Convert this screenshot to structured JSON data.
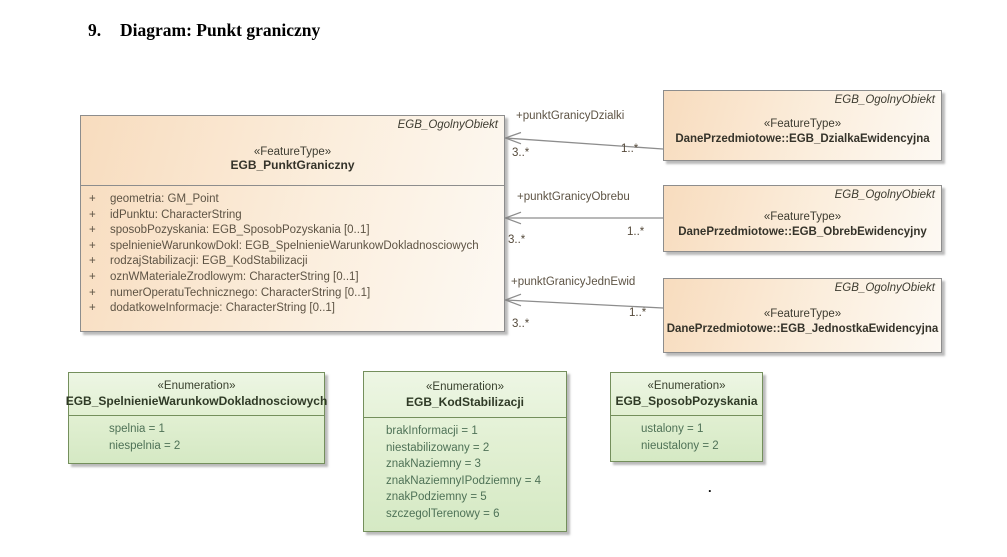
{
  "title": {
    "number": "9.",
    "text": "Diagram: Punkt graniczny"
  },
  "colors": {
    "class_fill_start": "#f8dcbe",
    "class_fill_end": "#fdf9f3",
    "class_border": "#8d8d8d",
    "enum_fill_start": "#edf6e4",
    "enum_fill_end": "#d5e9c4",
    "enum_border": "#748f5c",
    "attribute_text": "#5d5344",
    "enum_literal_text": "#4f7257",
    "line": "#8d8d8d"
  },
  "main_class": {
    "parent": "EGB_OgolnyObiekt",
    "stereotype": "«FeatureType»",
    "name": "EGB_PunktGraniczny",
    "visibility": "+",
    "attributes": [
      "geometria: GM_Point",
      "idPunktu: CharacterString",
      "sposobPozyskania: EGB_SposobPozyskania [0..1]",
      "spelnienieWarunkowDokl: EGB_SpelnienieWarunkowDokladnosciowych",
      "rodzajStabilizacji: EGB_KodStabilizacji",
      "oznWMaterialeZrodlowym: CharacterString [0..1]",
      "numerOperatuTechnicznego: CharacterString [0..1]",
      "dodatkoweInformacje: CharacterString [0..1]"
    ]
  },
  "related_classes": [
    {
      "parent": "EGB_OgolnyObiekt",
      "stereotype": "«FeatureType»",
      "name": "DanePrzedmiotowe::EGB_DzialkaEwidencyjna"
    },
    {
      "parent": "EGB_OgolnyObiekt",
      "stereotype": "«FeatureType»",
      "name": "DanePrzedmiotowe::EGB_ObrebEwidencyjny"
    },
    {
      "parent": "EGB_OgolnyObiekt",
      "stereotype": "«FeatureType»",
      "name": "DanePrzedmiotowe::EGB_JednostkaEwidencyjna"
    }
  ],
  "associations": [
    {
      "label": "+punktGranicyDzialki",
      "source_multiplicity": "3..*",
      "target_multiplicity": "1..*"
    },
    {
      "label": "+punktGranicyObrebu",
      "source_multiplicity": "3..*",
      "target_multiplicity": "1..*"
    },
    {
      "label": "+punktGranicyJednEwid",
      "source_multiplicity": "3..*",
      "target_multiplicity": "1..*"
    }
  ],
  "enumerations": [
    {
      "stereotype": "«Enumeration»",
      "name": "EGB_SpelnienieWarunkowDokladnosciowych",
      "literals": [
        "spelnia = 1",
        "niespelnia = 2"
      ]
    },
    {
      "stereotype": "«Enumeration»",
      "name": "EGB_KodStabilizacji",
      "literals": [
        "brakInformacji = 1",
        "niestabilizowany = 2",
        "znakNaziemny = 3",
        "znakNaziemnyIPodziemny = 4",
        "znakPodziemny = 5",
        "szczegolTerenowy = 6"
      ]
    },
    {
      "stereotype": "«Enumeration»",
      "name": "EGB_SposobPozyskania",
      "literals": [
        "ustalony = 1",
        "nieustalony = 2"
      ]
    }
  ],
  "stray_dot": "."
}
